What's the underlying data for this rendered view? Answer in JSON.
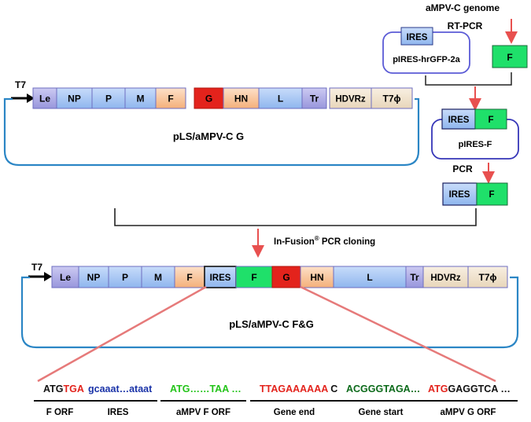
{
  "genome_label": "aMPV-C genome",
  "rtpcr_label": "RT-PCR",
  "vector_label": "pIRES-hrGFP-2a",
  "ires_label": "IRES",
  "f_label": "F",
  "pires_f_label": "pIRES-F",
  "pcr_label": "PCR",
  "infusion_label": "In-Fusion",
  "infusion_sup": "®",
  "infusion_suffix": " PCR cloning",
  "t7_label": "T7",
  "plasmid1_name": "pLS/aMPV-C G",
  "plasmid2_name": "pLS/aMPV-C F&G",
  "plasmid1_genes": [
    "Le",
    "NP",
    "P",
    "M",
    "F",
    "G",
    "HN",
    "L",
    "Tr",
    "HDVRz",
    "T7ϕ"
  ],
  "plasmid2_genes": [
    "Le",
    "NP",
    "P",
    "M",
    "F",
    "IRES",
    "F",
    "G",
    "HN",
    "L",
    "Tr",
    "HDVRz",
    "T7ϕ"
  ],
  "sequences": [
    {
      "parts": [
        {
          "t": "ATG",
          "c": "black"
        },
        {
          "t": "TGA",
          "c": "red"
        }
      ],
      "label": "F ORF"
    },
    {
      "parts": [
        {
          "t": "gcaaat…ataat",
          "c": "blue"
        }
      ],
      "label": "IRES"
    },
    {
      "parts": [
        {
          "t": "ATG……TAA …",
          "c": "green"
        }
      ],
      "label": "aMPV F ORF"
    },
    {
      "parts": [
        {
          "t": "TTAGAAAAAA",
          "c": "red"
        },
        {
          "t": " C ",
          "c": "black"
        }
      ],
      "label": "Gene end"
    },
    {
      "parts": [
        {
          "t": "ACGGGTAGA…",
          "c": "darkgreen"
        }
      ],
      "label": "Gene start"
    },
    {
      "parts": [
        {
          "t": "ATG",
          "c": "red"
        },
        {
          "t": "GAGGTCA …",
          "c": "black"
        }
      ],
      "label": "aMPV G ORF"
    }
  ],
  "colors": {
    "blue_fill": "#a7c7f5",
    "purple_fill": "#b0aee8",
    "orange_fill": "#f9c8a0",
    "red_fill": "#e3231c",
    "green_fill": "#1fe06a",
    "beige_fill": "#f1e4cf",
    "backbone": "#2b86c5",
    "arrow_red": "#e8504f",
    "connector": "#e67a7a"
  }
}
